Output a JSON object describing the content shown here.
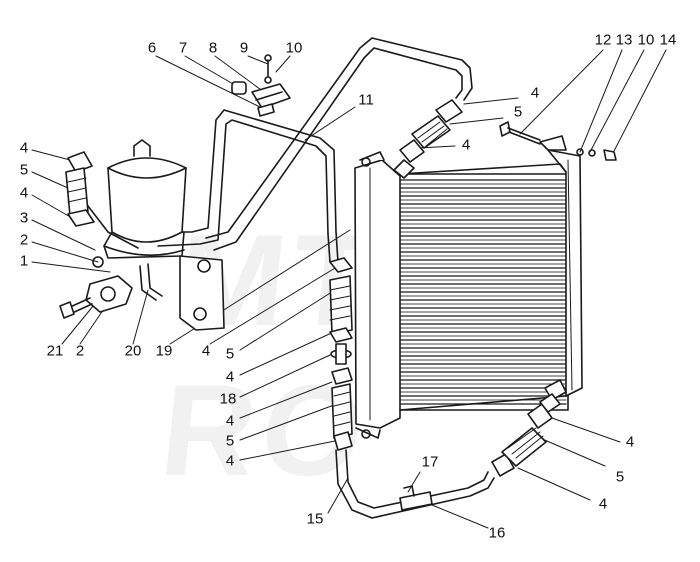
{
  "diagram": {
    "watermark": "MTZ-RO",
    "colors": {
      "line": "#1a1a1a",
      "fill": "#ffffff",
      "shade": "#9a9a9a",
      "watermark": "#000000"
    },
    "callouts": [
      {
        "text": "6"
      },
      {
        "text": "7"
      },
      {
        "text": "8"
      },
      {
        "text": "9"
      },
      {
        "text": "10"
      },
      {
        "text": "12"
      },
      {
        "text": "13"
      },
      {
        "text": "10"
      },
      {
        "text": "14"
      },
      {
        "text": "11"
      },
      {
        "text": "4"
      },
      {
        "text": "5"
      },
      {
        "text": "4"
      },
      {
        "text": "4"
      },
      {
        "text": "5"
      },
      {
        "text": "4"
      },
      {
        "text": "3"
      },
      {
        "text": "2"
      },
      {
        "text": "1"
      },
      {
        "text": "21"
      },
      {
        "text": "2"
      },
      {
        "text": "20"
      },
      {
        "text": "19"
      },
      {
        "text": "4"
      },
      {
        "text": "5"
      },
      {
        "text": "4"
      },
      {
        "text": "18"
      },
      {
        "text": "4"
      },
      {
        "text": "5"
      },
      {
        "text": "4"
      },
      {
        "text": "17"
      },
      {
        "text": "15"
      },
      {
        "text": "16"
      },
      {
        "text": "4"
      },
      {
        "text": "5"
      },
      {
        "text": "4"
      }
    ]
  }
}
